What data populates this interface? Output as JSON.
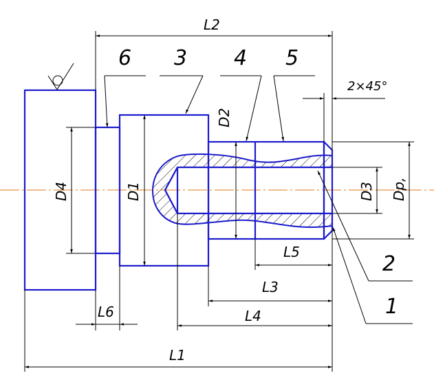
{
  "dimensions": {
    "L1": "L1",
    "L2": "L2",
    "L3": "L3",
    "L4": "L4",
    "L5": "L5",
    "L6": "L6",
    "D1": "D1",
    "D2": "D2",
    "D3": "D3",
    "D4": "D4",
    "Dp": "Dp,",
    "chamfer": "2×45°"
  },
  "callouts": [
    "1",
    "2",
    "3",
    "4",
    "5",
    "6"
  ],
  "colors": {
    "outline": "#1a1acc",
    "axis": "#e07a1a",
    "lines": "#000000"
  }
}
